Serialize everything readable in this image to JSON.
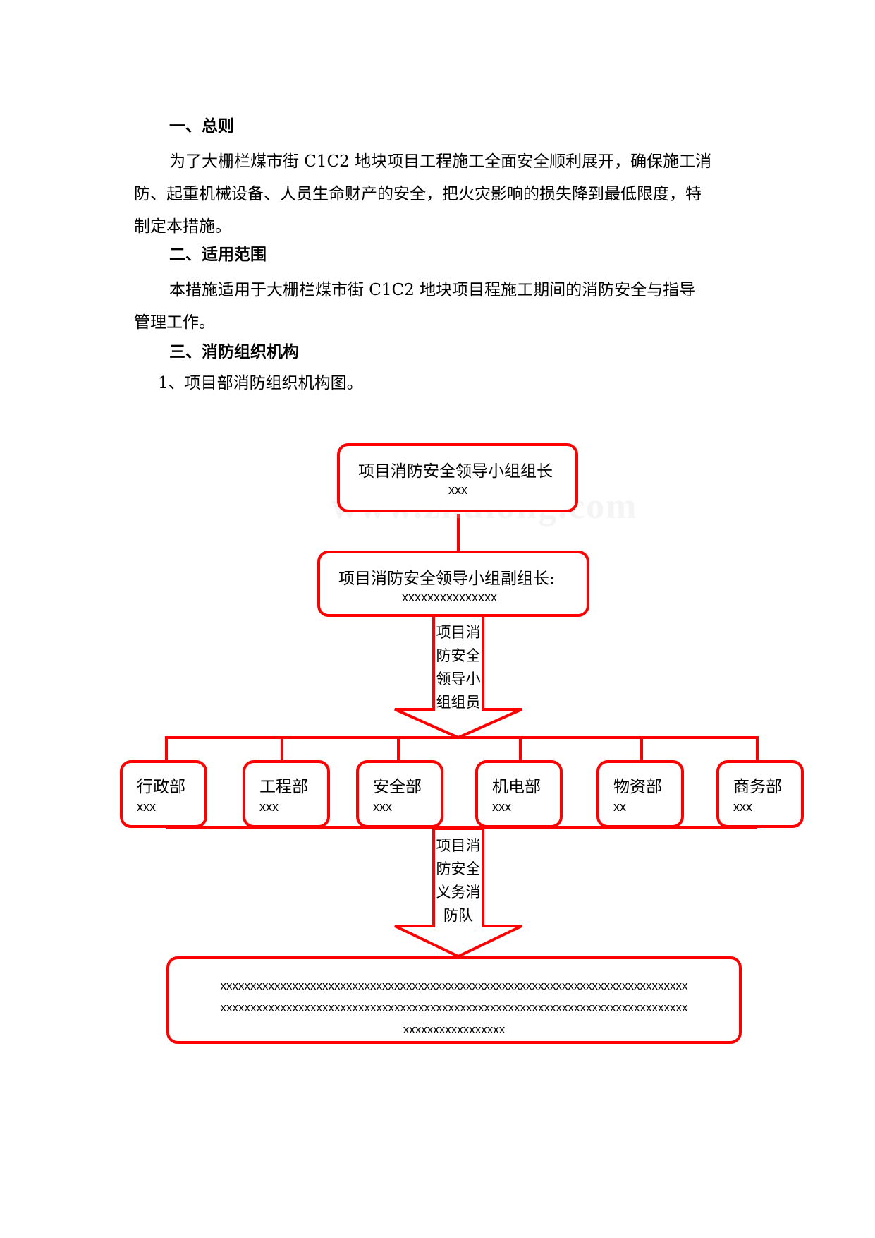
{
  "sections": {
    "s1_heading": "一、总则",
    "s1_line1": "为了大栅栏煤市街 C1C2 地块项目工程施工全面安全顺利展开，确保施工消",
    "s1_line2": "防、起重机械设备、人员生命财产的安全，把火灾影响的损失降到最低限度，特",
    "s1_line3": "制定本措施。",
    "s2_heading": "二、适用范围",
    "s2_line1": "本措施适用于大栅栏煤市街 C1C2 地块项目程施工期间的消防安全与指导",
    "s2_line2": "管理工作。",
    "s3_heading": "三、消防组织机构",
    "s3_item1": "1、项目部消防组织机构图。"
  },
  "org_chart": {
    "leader": {
      "title": "项目消防安全领导小组组长",
      "name": "xxx"
    },
    "deputy": {
      "title": "项目消防安全领导小组副组长:",
      "name": "xxxxxxxxxxxxxxx"
    },
    "arrow1_label": [
      "项目消",
      "防安全",
      "领导小",
      "组组员"
    ],
    "departments": [
      {
        "title": "行政部",
        "name": "xxx"
      },
      {
        "title": "工程部",
        "name": "xxx"
      },
      {
        "title": "安全部",
        "name": "xxx"
      },
      {
        "title": "机电部",
        "name": "xxx"
      },
      {
        "title": "物资部",
        "name": "xx"
      },
      {
        "title": "商务部",
        "name": "xxx"
      }
    ],
    "arrow2_label": [
      "项目消",
      "防安全",
      "义务消",
      "防队"
    ],
    "team": {
      "line1": "xxxxxxxxxxxxxxxxxxxxxxxxxxxxxxxxxxxxxxxxxxxxxxxxxxxxxxxxxxxxxxxxxxxxxxxxxxxxxx",
      "line2": "xxxxxxxxxxxxxxxxxxxxxxxxxxxxxxxxxxxxxxxxxxxxxxxxxxxxxxxxxxxxxxxxxxxxxxxxxxxxxx",
      "line3": "xxxxxxxxxxxxxxxxx"
    }
  },
  "colors": {
    "accent": "#ff0000"
  }
}
